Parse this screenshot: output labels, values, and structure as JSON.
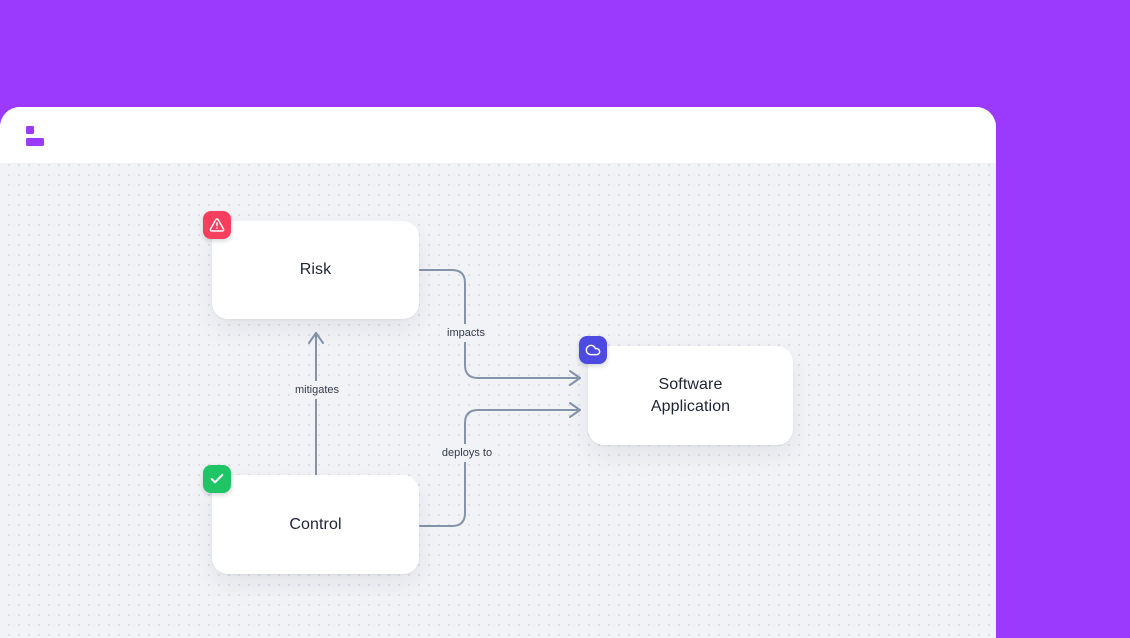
{
  "theme": {
    "background_purple": "#9b3afd",
    "card_background": "#ffffff",
    "canvas_background": "#f2f3f7",
    "canvas_dot_color": "#dcdfe6",
    "edge_color": "#8494a9",
    "node_text_color": "#1d2433",
    "risk_badge_color": "#f43f5e",
    "control_badge_color": "#1fc564",
    "application_badge_color": "#4c4ae0"
  },
  "header": {
    "logo_name": "app-logo"
  },
  "diagram": {
    "nodes": [
      {
        "id": "risk",
        "label": "Risk",
        "icon": "warning-triangle-icon",
        "badge_color": "#f43f5e"
      },
      {
        "id": "control",
        "label": "Control",
        "icon": "check-icon",
        "badge_color": "#1fc564"
      },
      {
        "id": "software-application",
        "label": "Software Application",
        "icon": "cloud-icon",
        "badge_color": "#4c4ae0"
      }
    ],
    "edges": [
      {
        "from": "risk",
        "to": "software-application",
        "label": "impacts"
      },
      {
        "from": "control",
        "to": "risk",
        "label": "mitigates"
      },
      {
        "from": "control",
        "to": "software-application",
        "label": "deploys to"
      }
    ]
  }
}
